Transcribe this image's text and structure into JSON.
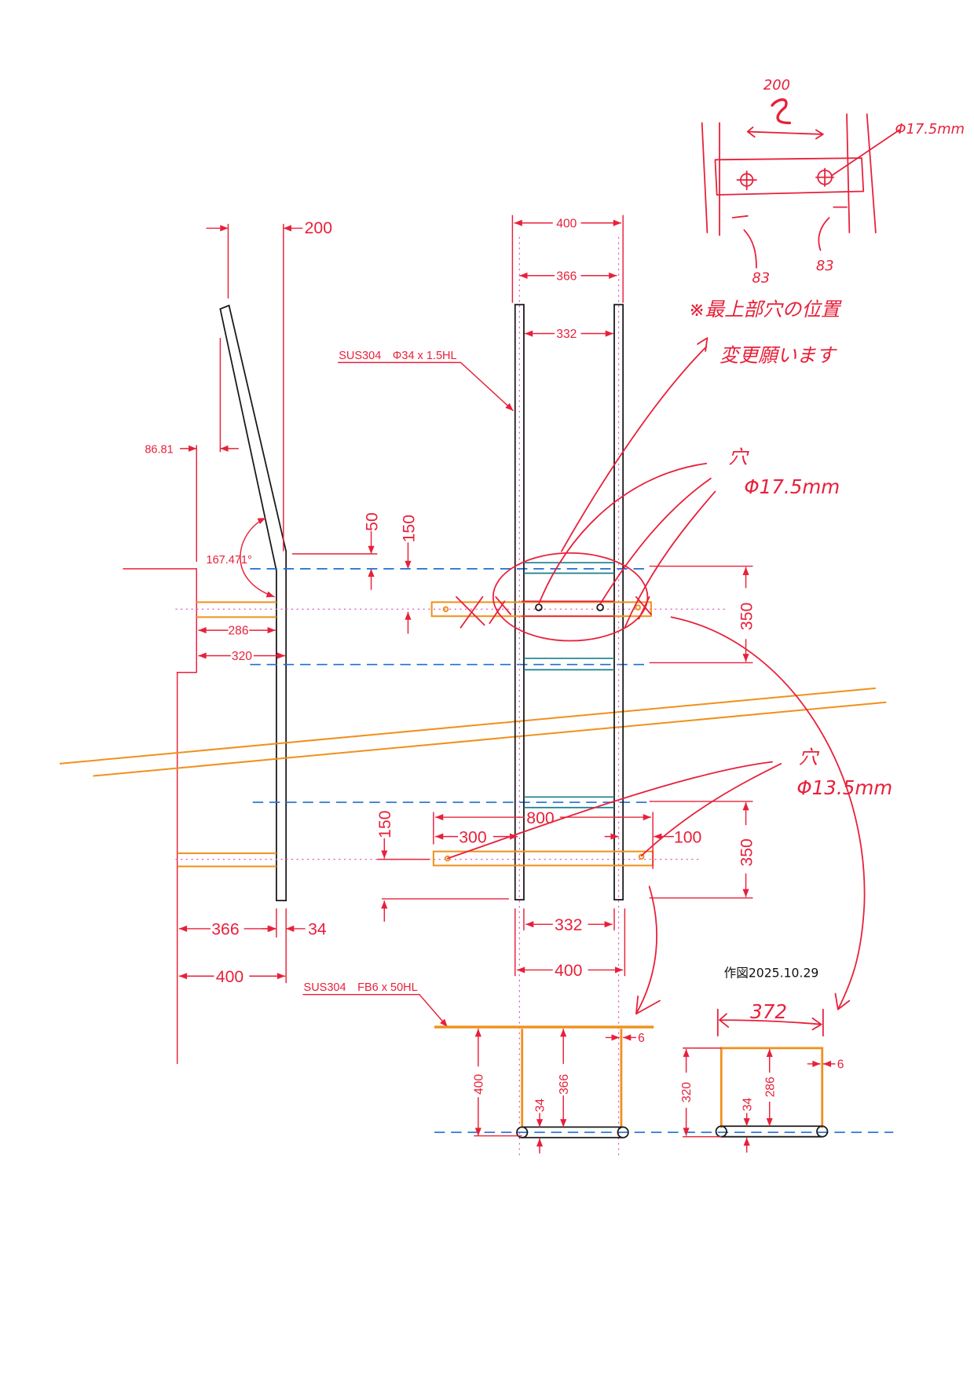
{
  "colors": {
    "dimension": "#e8203a",
    "tube": "#1a1a1a",
    "flat_bar": "#f0901c",
    "center_line": "#1f6fd0",
    "crossbar": "#1a7d8c",
    "axis": "#e060c0"
  },
  "side_view": {
    "dim_top_offset": "200",
    "dim_lean": "86.81",
    "angle": "167.471°",
    "dim_50": "50",
    "dim_150_upper": "150",
    "dim_286": "286",
    "dim_320": "320",
    "dim_366": "366",
    "dim_34": "34",
    "dim_400": "400"
  },
  "front_view": {
    "dim_400_top": "400",
    "dim_366_top": "366",
    "dim_332_top": "332",
    "pipe_label": "SUS304　Φ34 x 1.5HL",
    "dim_350_upper": "350",
    "dim_350_lower": "350",
    "dim_150_lower": "150",
    "dim_800": "800",
    "dim_300": "300",
    "dim_100": "100",
    "dim_332_bottom": "332",
    "dim_400_bottom": "400"
  },
  "section_a": {
    "bar_label": "SUS304　FB6 x 50HL",
    "dim_400": "400",
    "dim_366": "366",
    "dim_34": "34",
    "dim_6": "6"
  },
  "section_b": {
    "dim_372": "372",
    "dim_320": "320",
    "dim_286": "286",
    "dim_34": "34",
    "dim_6": "6"
  },
  "drawing_date": "作図2025.10.29",
  "handwritten": {
    "sketch_200": "200",
    "sketch_hole": "Φ17.5mm",
    "sketch_83_left": "83",
    "sketch_83_right": "83",
    "note_line1": "※最上部穴の位置",
    "note_line2": "変更願います",
    "hole_upper_label": "穴",
    "hole_upper_size": "Φ17.5mm",
    "hole_lower_label": "穴",
    "hole_lower_size": "Φ13.5mm"
  }
}
